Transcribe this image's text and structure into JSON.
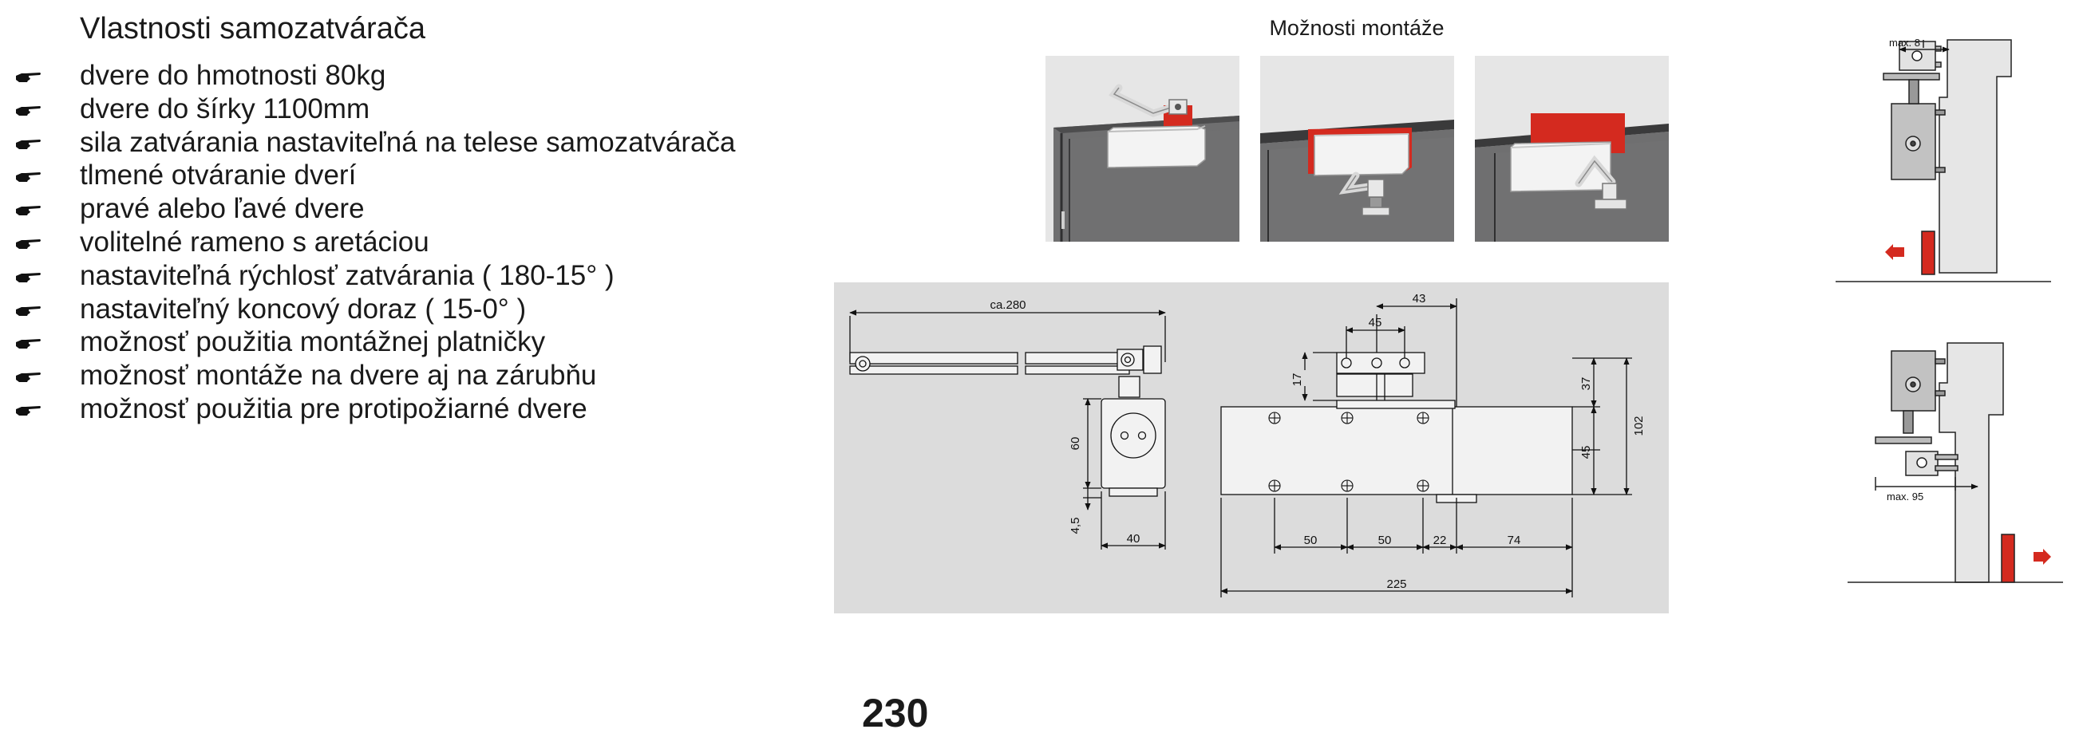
{
  "title": "Vlastnosti samozatvárača",
  "features": [
    "dvere do hmotnosti 80kg",
    "dvere do šírky 1100mm",
    "sila zatvárania nastaviteľná na telese samozatvárača",
    "tlmené otváranie dverí",
    "pravé alebo ľavé dvere",
    "volitelné rameno s aretáciou",
    "nastaviteľná rýchlosť zatvárania ( 180-15° )",
    "nastaviteľný koncový doraz ( 15-0° )",
    "možnosť použitia montážnej platničky",
    "možnosť montáže na dvere aj na zárubňu",
    "možnosť použitia pre protipožiarné dvere"
  ],
  "bullet_icon": "pointing-hand-icon",
  "mounting": {
    "title": "Možnosti montáže"
  },
  "dimensions": {
    "arm_length": "ca.280",
    "d43": "43",
    "d45_top": "45",
    "d17": "17",
    "d37": "37",
    "d102": "102",
    "d45_side": "45",
    "d60": "60",
    "d4_5": "4,5",
    "d40": "40",
    "d50_a": "50",
    "d50_b": "50",
    "d22": "22",
    "d74": "74",
    "d225": "225"
  },
  "side_views": {
    "top_max": "max. 8",
    "bottom_max": "max. 95"
  },
  "colors": {
    "accent_red": "#d42a1f",
    "panel_gray": "#dcdcdc"
  },
  "page_number": "230"
}
